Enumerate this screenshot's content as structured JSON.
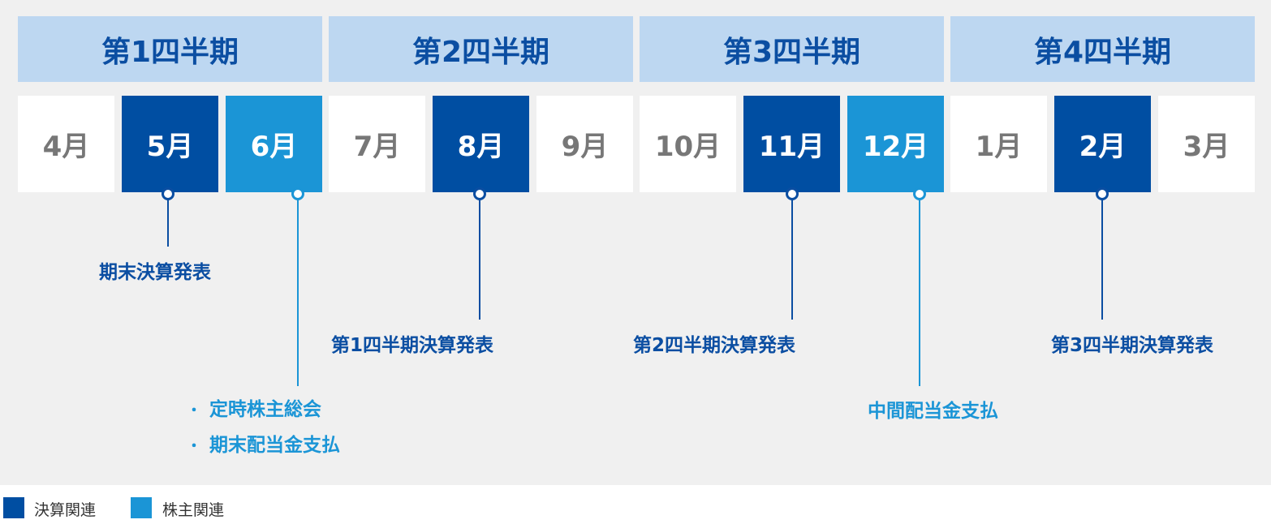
{
  "quarters": [
    "第1四半期",
    "第2四半期",
    "第3四半期",
    "第4四半期"
  ],
  "months": [
    {
      "label": "4月",
      "type": "none"
    },
    {
      "label": "5月",
      "type": "settle"
    },
    {
      "label": "6月",
      "type": "share"
    },
    {
      "label": "7月",
      "type": "none"
    },
    {
      "label": "8月",
      "type": "settle"
    },
    {
      "label": "9月",
      "type": "none"
    },
    {
      "label": "10月",
      "type": "none"
    },
    {
      "label": "11月",
      "type": "settle"
    },
    {
      "label": "12月",
      "type": "share"
    },
    {
      "label": "1月",
      "type": "none"
    },
    {
      "label": "2月",
      "type": "settle"
    },
    {
      "label": "3月",
      "type": "none"
    }
  ],
  "events": {
    "may": "期末決算発表",
    "june": [
      "定時株主総会",
      "期末配当金支払"
    ],
    "aug": "第1四半期決算発表",
    "nov": "第2四半期決算発表",
    "dec": "中間配当金支払",
    "feb": "第3四半期決算発表"
  },
  "bullet_mark": "・",
  "legend": {
    "settle": "決算関連",
    "share": "株主関連"
  },
  "colors": {
    "settle": "#004ea2",
    "share": "#1b95d6",
    "quarter_bg": "#bdd7f1",
    "panel_bg": "#f0f0f0"
  }
}
